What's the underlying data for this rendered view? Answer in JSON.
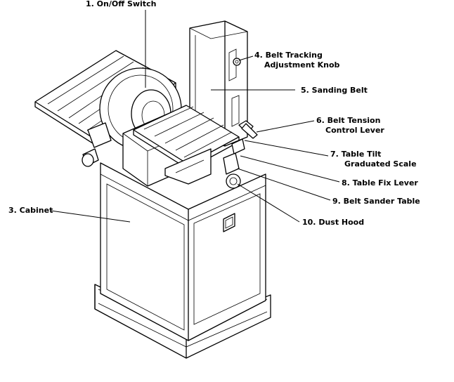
{
  "labels": {
    "on_off_switch": "1. On/Off Switch",
    "cabinet": "3. Cabinet",
    "belt_tracking_line1": "4. Belt Tracking",
    "belt_tracking_line2": "Adjustment Knob",
    "sanding_belt": "5. Sanding Belt",
    "belt_tension_line1": "6. Belt Tension",
    "belt_tension_line2": "Control Lever",
    "table_tilt_line1": "7. Table Tilt",
    "table_tilt_line2": "Graduated Scale",
    "table_fix_lever": "8. Table Fix Lever",
    "belt_sander_table": "9. Belt Sander Table",
    "dust_hood": "10. Dust Hood"
  },
  "colors": {
    "line": "#000000",
    "background": "#ffffff"
  }
}
